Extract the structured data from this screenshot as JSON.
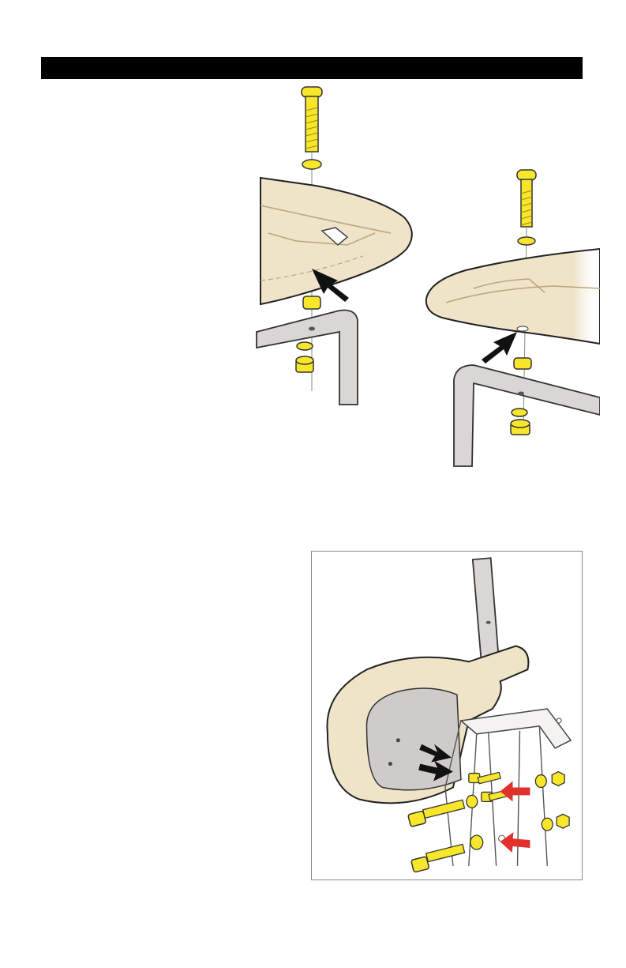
{
  "header": {
    "title": ""
  },
  "colors": {
    "header_bar": "#000000",
    "cushion": "#efe3c8",
    "cushion_dark": "#e2cfa8",
    "frame": "#d9d6d3",
    "hardware_yellow": "#f7e62a",
    "arrow_black": "#111111",
    "arrow_red": "#e0312b",
    "frame_panel_border": "#8a8a8a"
  },
  "illustrations": [
    {
      "name": "seat-bolt-assembly-left",
      "icons": [
        "carriage-bolt-icon",
        "washer-icon",
        "spacer-icon",
        "lock-nut-icon",
        "black-arrow-icon"
      ]
    },
    {
      "name": "seat-bolt-assembly-right",
      "icons": [
        "carriage-bolt-icon",
        "washer-icon",
        "spacer-icon",
        "lock-nut-icon",
        "black-arrow-icon"
      ]
    },
    {
      "name": "backrest-bracket-assembly",
      "icons": [
        "hex-bolt-icon",
        "washer-icon",
        "hex-nut-icon",
        "black-arrow-icon",
        "red-arrow-icon"
      ]
    }
  ]
}
